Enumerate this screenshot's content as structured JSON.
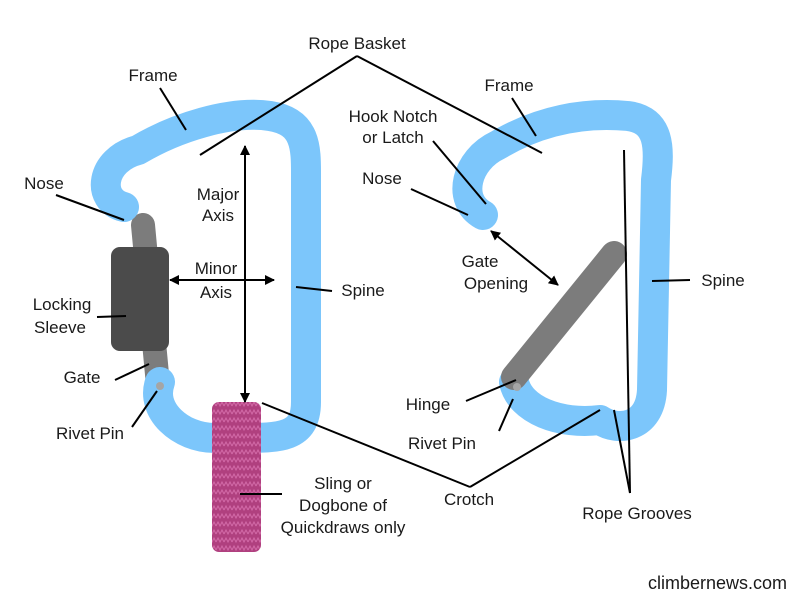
{
  "diagram": {
    "labels": {
      "rope_basket": "Rope Basket",
      "frame_left": "Frame",
      "frame_right": "Frame",
      "nose_left": "Nose",
      "nose_right": "Nose",
      "hook_notch_line1": "Hook Notch",
      "hook_notch_line2": "or Latch",
      "major_axis_line1": "Major",
      "major_axis_line2": "Axis",
      "minor_axis_line1": "Minor",
      "minor_axis_line2": "Axis",
      "spine_left": "Spine",
      "spine_right": "Spine",
      "locking_sleeve_line1": "Locking",
      "locking_sleeve_line2": "Sleeve",
      "gate_left": "Gate",
      "gate_opening_line1": "Gate",
      "gate_opening_line2": "Opening",
      "rivet_pin_left": "Rivet Pin",
      "rivet_pin_right": "Rivet Pin",
      "hinge": "Hinge",
      "crotch": "Crotch",
      "sling_line1": "Sling or",
      "sling_line2": "Dogbone of",
      "sling_line3": "Quickdraws only",
      "rope_grooves": "Rope Grooves"
    },
    "credit": "climbernews.com",
    "colors": {
      "frame": "#7cc6fb",
      "gate": "#7c7c7c",
      "sleeve": "#4b4b4b",
      "sling": "#b0407f",
      "line": "#000000"
    }
  }
}
